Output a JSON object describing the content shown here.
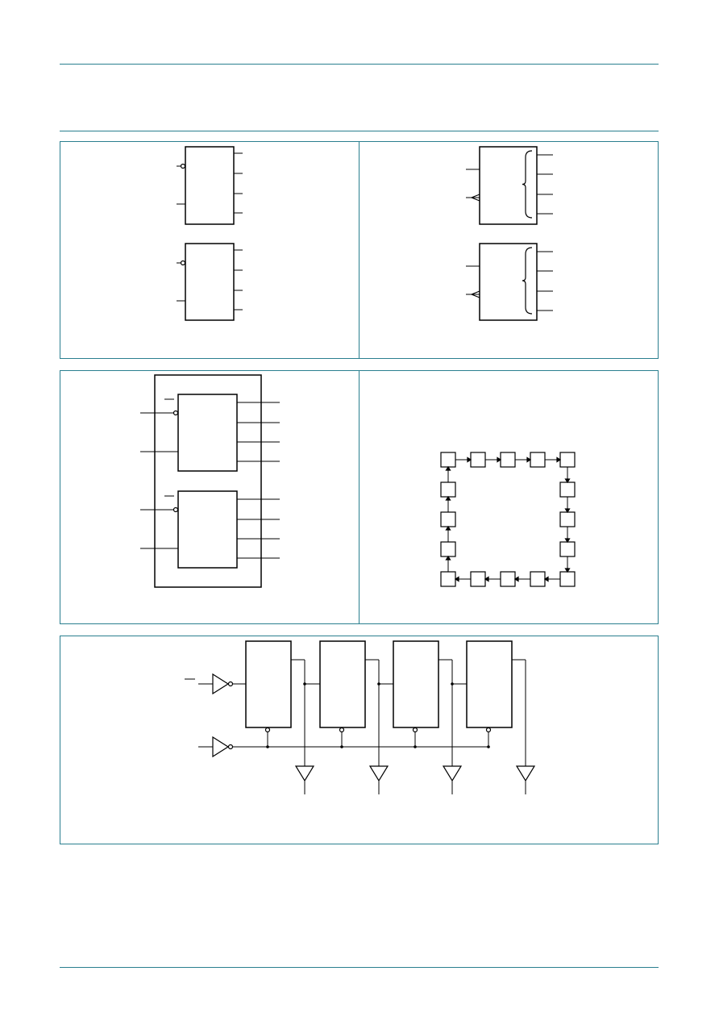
{
  "colors": {
    "accent": "#2a7f8f",
    "line": "#000000",
    "background": "#ffffff"
  },
  "figures": {
    "symbols_panel": {
      "blocks": 4,
      "outputs_per_block": 4
    },
    "logic_panel": {
      "blocks": 2,
      "outputs_per_block": 4
    },
    "state_diagram": {
      "states": 16,
      "direction": "clockwise"
    },
    "logic_diagram": {
      "flip_flops": 4,
      "input_buffers": 2,
      "output_buffers": 4
    }
  }
}
